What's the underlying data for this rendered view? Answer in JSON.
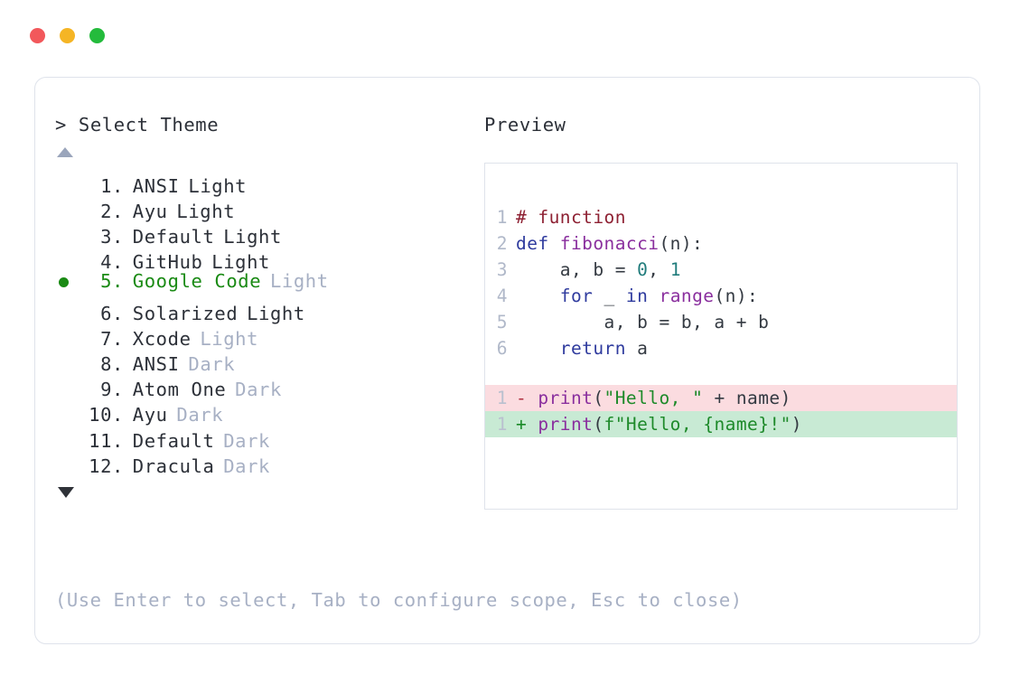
{
  "window": {
    "traffic_lights": [
      {
        "name": "close",
        "color": "#f2585b"
      },
      {
        "name": "minimize",
        "color": "#f5b525"
      },
      {
        "name": "maximize",
        "color": "#24bb3c"
      }
    ]
  },
  "selector": {
    "prompt": "> Select Theme",
    "scroll_up_icon": "triangle-up-icon",
    "scroll_down_icon": "triangle-down-icon",
    "selected_index": 5,
    "selected_marker": "●",
    "items": [
      {
        "index": "1.",
        "name": "ANSI",
        "variant": "Light",
        "variant_muted": false,
        "selected": false
      },
      {
        "index": "2.",
        "name": "Ayu",
        "variant": "Light",
        "variant_muted": false,
        "selected": false
      },
      {
        "index": "3.",
        "name": "Default",
        "variant": "Light",
        "variant_muted": false,
        "selected": false
      },
      {
        "index": "4.",
        "name": "GitHub",
        "variant": "Light",
        "variant_muted": false,
        "selected": false
      },
      {
        "index": "5.",
        "name": "Google Code",
        "variant": "Light",
        "variant_muted": true,
        "selected": true
      },
      {
        "index": "6.",
        "name": "Solarized",
        "variant": "Light",
        "variant_muted": false,
        "selected": false
      },
      {
        "index": "7.",
        "name": "Xcode",
        "variant": "Light",
        "variant_muted": true,
        "selected": false
      },
      {
        "index": "8.",
        "name": "ANSI",
        "variant": "Dark",
        "variant_muted": true,
        "selected": false
      },
      {
        "index": "9.",
        "name": "Atom One",
        "variant": "Dark",
        "variant_muted": true,
        "selected": false
      },
      {
        "index": "10.",
        "name": "Ayu",
        "variant": "Dark",
        "variant_muted": true,
        "selected": false
      },
      {
        "index": "11.",
        "name": "Default",
        "variant": "Dark",
        "variant_muted": true,
        "selected": false
      },
      {
        "index": "12.",
        "name": "Dracula",
        "variant": "Dark",
        "variant_muted": true,
        "selected": false
      }
    ],
    "hint": "(Use Enter to select, Tab to configure scope, Esc to close)"
  },
  "preview": {
    "label": "Preview",
    "code_lines": [
      {
        "ln": "1",
        "tokens": [
          {
            "t": "# function",
            "c": "t-comment"
          }
        ]
      },
      {
        "ln": "2",
        "tokens": [
          {
            "t": "def ",
            "c": "t-keyword"
          },
          {
            "t": "fibonacci",
            "c": "t-func"
          },
          {
            "t": "(n):",
            "c": "t-plain"
          }
        ]
      },
      {
        "ln": "3",
        "tokens": [
          {
            "t": "    a, b = ",
            "c": "t-plain"
          },
          {
            "t": "0",
            "c": "t-number"
          },
          {
            "t": ", ",
            "c": "t-plain"
          },
          {
            "t": "1",
            "c": "t-number"
          }
        ]
      },
      {
        "ln": "4",
        "tokens": [
          {
            "t": "    ",
            "c": "t-plain"
          },
          {
            "t": "for",
            "c": "t-keyword"
          },
          {
            "t": " _ ",
            "c": "t-plain"
          },
          {
            "t": "in",
            "c": "t-keyword"
          },
          {
            "t": " ",
            "c": "t-plain"
          },
          {
            "t": "range",
            "c": "t-func"
          },
          {
            "t": "(n):",
            "c": "t-plain"
          }
        ]
      },
      {
        "ln": "5",
        "tokens": [
          {
            "t": "        a, b = b, a + b",
            "c": "t-plain"
          }
        ]
      },
      {
        "ln": "6",
        "tokens": [
          {
            "t": "    ",
            "c": "t-plain"
          },
          {
            "t": "return",
            "c": "t-keyword"
          },
          {
            "t": " a",
            "c": "t-plain"
          }
        ]
      }
    ],
    "diff_lines": [
      {
        "ln": "1",
        "kind": "del",
        "tokens": [
          {
            "t": "- ",
            "c": "t-delmark"
          },
          {
            "t": "print",
            "c": "t-func"
          },
          {
            "t": "(",
            "c": "t-plain"
          },
          {
            "t": "\"Hello, \"",
            "c": "t-string"
          },
          {
            "t": " + name)",
            "c": "t-plain"
          }
        ]
      },
      {
        "ln": "1",
        "kind": "add",
        "tokens": [
          {
            "t": "+ ",
            "c": "t-addmark"
          },
          {
            "t": "print",
            "c": "t-func"
          },
          {
            "t": "(",
            "c": "t-plain"
          },
          {
            "t": "f\"Hello, {name}!\"",
            "c": "t-string"
          },
          {
            "t": ")",
            "c": "t-plain"
          }
        ]
      }
    ]
  },
  "colors": {
    "accent_green": "#1a8a14",
    "muted_text": "#a7b0c4",
    "body_text": "#2c3038",
    "border": "#dfe3eb",
    "diff_del_bg": "#fbdce0",
    "diff_add_bg": "#c8ead4"
  }
}
